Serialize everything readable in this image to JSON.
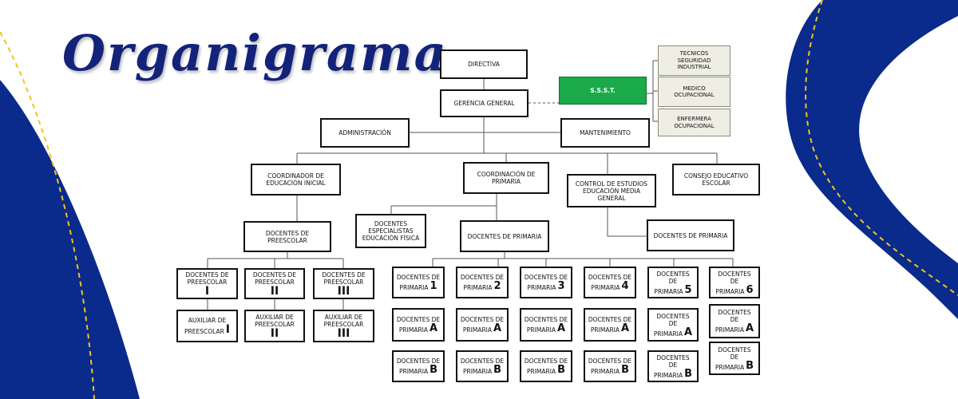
{
  "title": "Organigrama",
  "colors": {
    "brand_blue": "#0a2a8c",
    "dashed_yellow": "#f0c419",
    "sst_green": "#1aaa4a",
    "side_box": "#efeee4"
  },
  "nodes": {
    "directiva": "DIRECTIVA",
    "gerencia": "GERENCIA GENERAL",
    "ssst": "S.S.S.T.",
    "tecnicos": [
      "TECNICOS",
      "SEGURIDAD",
      "INDUSTRIAL"
    ],
    "medico": [
      "MEDICO",
      "OCUPACIONAL"
    ],
    "enfermera": [
      "ENFERMERA",
      "OCUPACIONAL"
    ],
    "administracion": "ADMINISTRACIÓN",
    "mantenimiento": "MANTENIMIENTO",
    "coord_inicial": [
      "COORDINADOR DE",
      "EDUCACIÓN INICIAL"
    ],
    "coord_primaria": [
      "COORDINACIÓN DE",
      "PRIMARIA"
    ],
    "control_estudios": [
      "CONTROL DE ESTUDIOS",
      "EDUCACIÓN MEDIA",
      "GENERAL"
    ],
    "consejo": [
      "CONSEJO EDUCATIVO",
      "ESCOLAR"
    ],
    "docentes_preescolar": [
      "DOCENTES DE",
      "PREESCOLAR"
    ],
    "docentes_especialistas": [
      "DOCENTES",
      "ESPECIALISTAS",
      "EDUCACIÓN FÍSICA"
    ],
    "docentes_primaria": "DOCENTES DE PRIMARIA",
    "docentes_primaria_media": "DOCENTES DE PRIMARIA",
    "pre": [
      {
        "l1": "DOCENTES DE",
        "l2": "PREESCOLAR",
        "mark": "I"
      },
      {
        "l1": "DOCENTES DE",
        "l2": "PREESCOLAR",
        "mark": "II"
      },
      {
        "l1": "DOCENTES DE",
        "l2": "PREESCOLAR",
        "mark": "III"
      }
    ],
    "aux": [
      {
        "l1": "AUXILIAR DE",
        "l2": "PREESCOLAR",
        "mark": "I"
      },
      {
        "l1": "AUXILIAR DE",
        "l2": "PREESCOLAR",
        "mark": "II"
      },
      {
        "l1": "AUXILIAR DE",
        "l2": "PREESCOLAR",
        "mark": "III"
      }
    ],
    "prim_row1": [
      {
        "l1": "DOCENTES DE",
        "l2": "PRIMARIA",
        "mark": "1"
      },
      {
        "l1": "DOCENTES DE",
        "l2": "PRIMARIA",
        "mark": "2"
      },
      {
        "l1": "DOCENTES DE",
        "l2": "PRIMARIA",
        "mark": "3"
      },
      {
        "l1": "DOCENTES DE",
        "l2": "PRIMARIA",
        "mark": "4"
      },
      {
        "l1": "DOCENTES DE",
        "l2": "PRIMARIA",
        "mark": "5"
      },
      {
        "l1": "DOCENTES DE",
        "l2": "PRIMARIA",
        "mark": "6"
      }
    ],
    "prim_row2": [
      {
        "l1": "DOCENTES DE",
        "l2": "PRIMARIA",
        "mark": "A"
      },
      {
        "l1": "DOCENTES DE",
        "l2": "PRIMARIA",
        "mark": "A"
      },
      {
        "l1": "DOCENTES DE",
        "l2": "PRIMARIA",
        "mark": "A"
      },
      {
        "l1": "DOCENTES DE",
        "l2": "PRIMARIA",
        "mark": "A"
      },
      {
        "l1": "DOCENTES DE",
        "l2": "PRIMARIA",
        "mark": "A"
      },
      {
        "l1": "DOCENTES DE",
        "l2": "PRIMARIA",
        "mark": "A"
      }
    ],
    "prim_row3": [
      {
        "l1": "DOCENTES DE",
        "l2": "PRIMARIA",
        "mark": "B"
      },
      {
        "l1": "DOCENTES DE",
        "l2": "PRIMARIA",
        "mark": "B"
      },
      {
        "l1": "DOCENTES DE",
        "l2": "PRIMARIA",
        "mark": "B"
      },
      {
        "l1": "DOCENTES DE",
        "l2": "PRIMARIA",
        "mark": "B"
      },
      {
        "l1": "DOCENTES DE",
        "l2": "PRIMARIA",
        "mark": "B"
      },
      {
        "l1": "DOCENTES DE",
        "l2": "PRIMARIA",
        "mark": "B"
      }
    ]
  }
}
